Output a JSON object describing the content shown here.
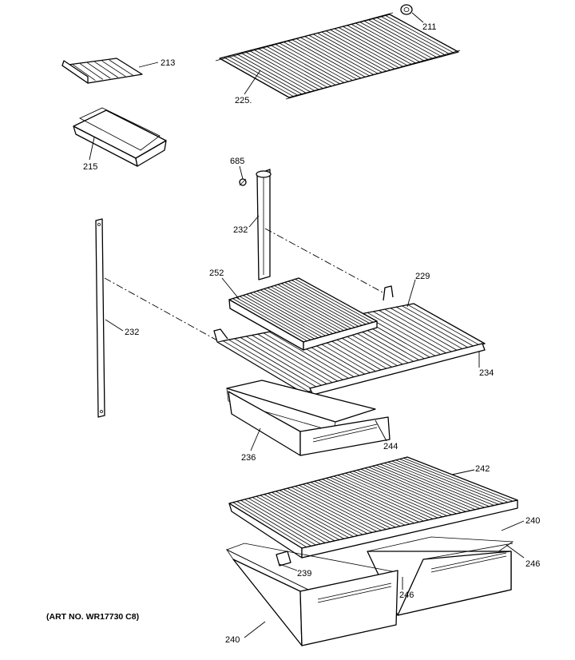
{
  "labels": {
    "l211": "211",
    "l213": "213",
    "l225": "225.",
    "l215": "215",
    "l685": "685",
    "l232a": "232",
    "l232b": "232",
    "l252": "252",
    "l229": "229",
    "l234": "234",
    "l236": "236",
    "l244": "244",
    "l242": "242",
    "l240a": "240",
    "l246a": "246",
    "l239": "239",
    "l246b": "246",
    "l240b": "240"
  },
  "caption": "(ART NO. WR17730 C8)"
}
